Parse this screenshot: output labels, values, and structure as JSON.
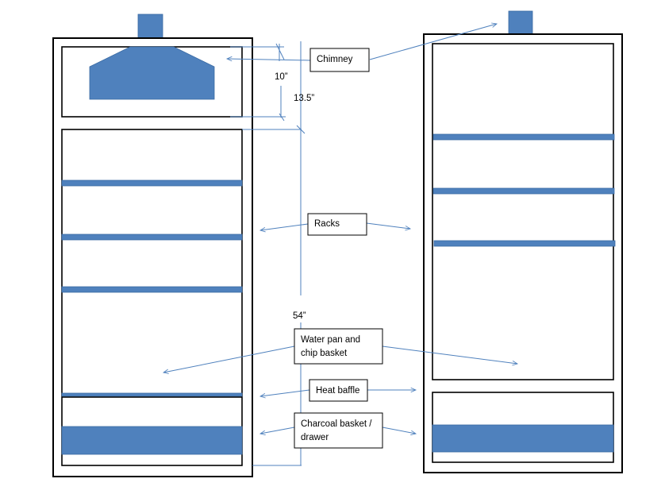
{
  "labels": {
    "chimney": "Chimney",
    "racks": "Racks",
    "water_pan_line1": "Water pan and",
    "water_pan_line2": "chip basket",
    "heat_baffle": "Heat baffle",
    "charcoal_line1": "Charcoal basket /",
    "charcoal_line2": "drawer"
  },
  "dimensions": {
    "d1": "10”",
    "d2": "13.5”",
    "d3": "54”"
  },
  "colors": {
    "component_fill": "#4f81bd",
    "leader_line": "#4f81bd",
    "outline": "#000000"
  }
}
